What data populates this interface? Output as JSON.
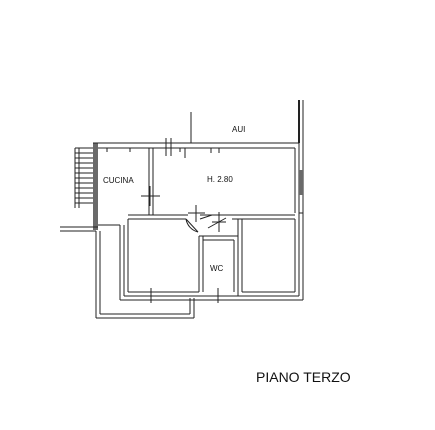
{
  "labels": {
    "aui": "AUI",
    "cucina": "CUCINA",
    "height": "H. 2.80",
    "wc": "WC",
    "floor_title": "PIANO TERZO"
  }
}
